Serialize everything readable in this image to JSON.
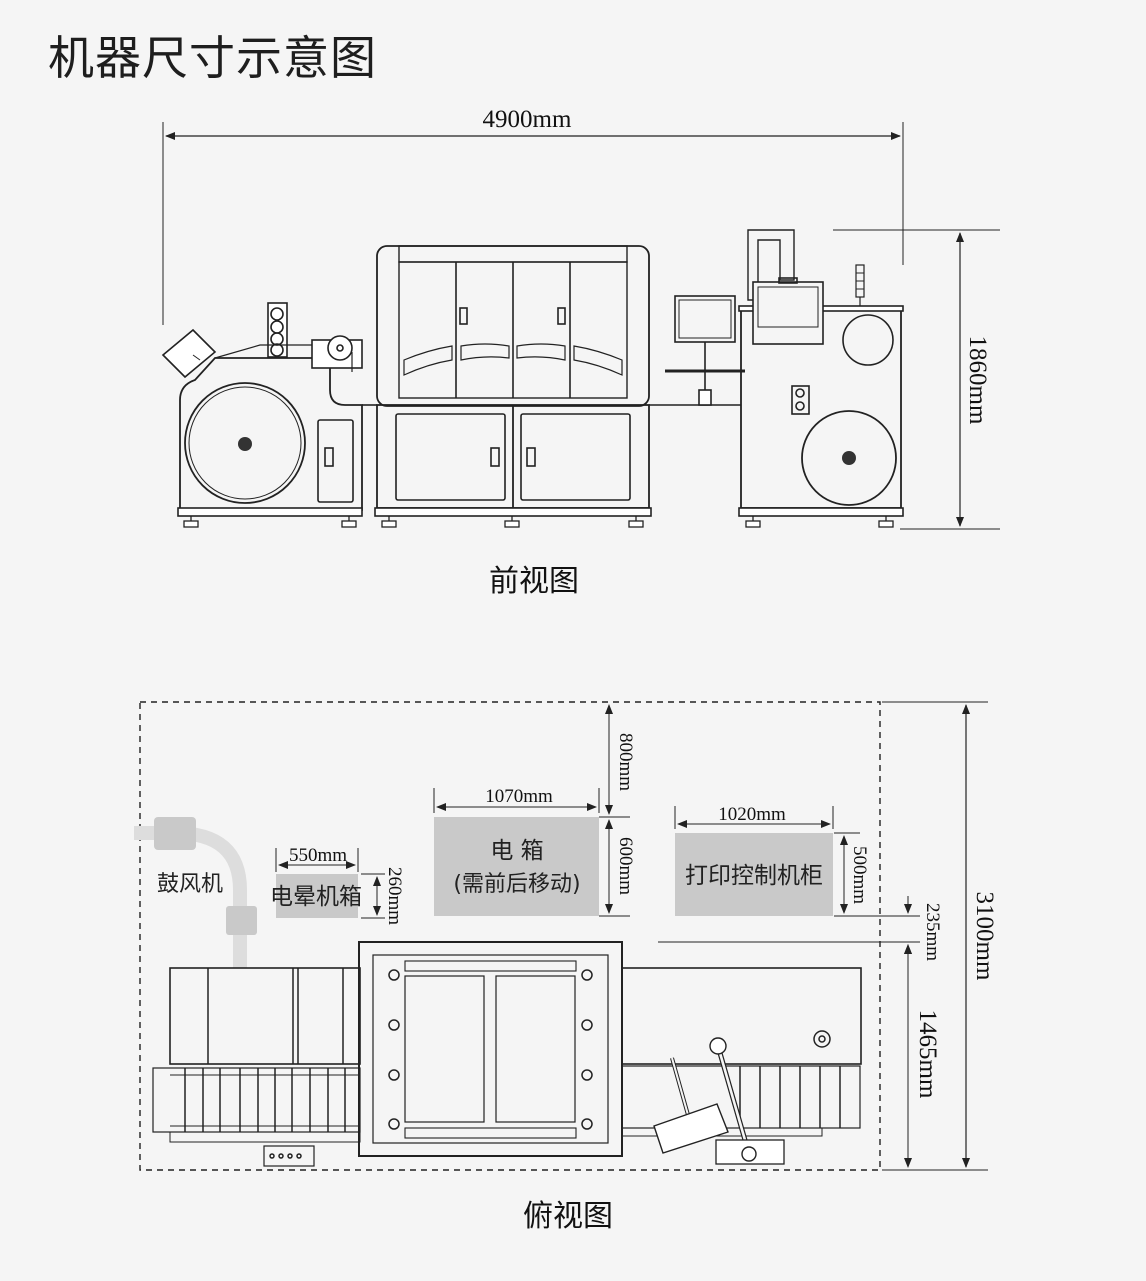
{
  "title": "机器尺寸示意图",
  "front_view": {
    "caption": "前视图",
    "width_label": "4900mm",
    "height_label": "1860mm"
  },
  "top_view": {
    "caption": "俯视图",
    "blower_label": "鼓风机",
    "corona_box": {
      "label": "电晕机箱",
      "width": "550mm",
      "depth": "260mm"
    },
    "electric_box": {
      "label_line1": "电 箱",
      "label_line2": "(需前后移动)",
      "width": "1070mm",
      "depth": "600mm",
      "clearance": "800mm"
    },
    "control_cabinet": {
      "label": "打印控制机柜",
      "width": "1020mm",
      "depth": "500mm"
    },
    "gap_label": "235mm",
    "machine_depth_label": "1465mm",
    "total_depth_label": "3100mm"
  },
  "colors": {
    "background": "#f5f5f5",
    "line": "#222222",
    "box_fill": "#c9c9c9"
  }
}
